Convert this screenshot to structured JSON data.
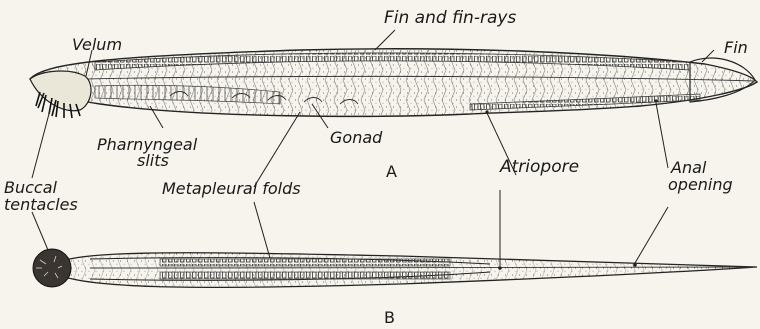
{
  "figure": {
    "panels": [
      "A",
      "B"
    ],
    "labels": {
      "fin_rays": "Fin and fin-rays",
      "velum": "Velum",
      "fin": "Fin",
      "pharyngeal_1": "Pharnyngeal",
      "pharyngeal_2": "slits",
      "gonad": "Gonad",
      "atriopore": "Atriopore",
      "anal_1": "Anal",
      "anal_2": "opening",
      "buccal_1": "Buccal",
      "buccal_2": "tentacles",
      "metapleural": "Metapleural folds"
    }
  }
}
